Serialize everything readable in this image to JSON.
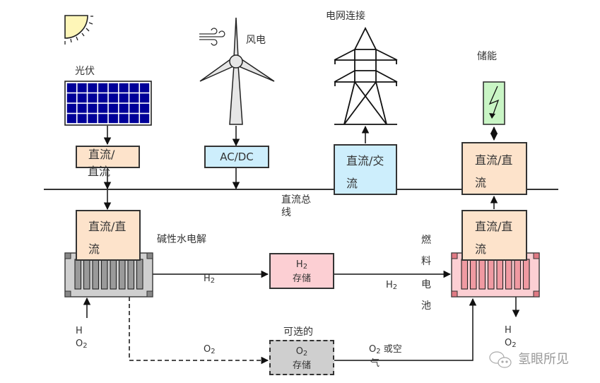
{
  "sources": {
    "pv": {
      "label": "光伏",
      "converter": "直流/直流",
      "converter_line1": "直流/",
      "converter_line2": "直流"
    },
    "wind": {
      "label": "风电",
      "converter": "AC/DC"
    },
    "grid": {
      "label": "电网连接",
      "converter_line1": "直流/交",
      "converter_line2": "流"
    },
    "storage": {
      "label": "储能",
      "converter_line1": "直流/直",
      "converter_line2": "流"
    }
  },
  "bus": {
    "label_line1": "直流总",
    "label_line2": "线"
  },
  "electrolyzer": {
    "label": "碱性水电解",
    "converter_line1": "直流/直",
    "converter_line2": "流",
    "input_line1": "H",
    "input_line2": "O",
    "input_sub": "2"
  },
  "h2_storage": {
    "line1": "H",
    "line1_sub": "2",
    "line2": "存储"
  },
  "fuel_cell": {
    "label_chars": [
      "燃",
      "料",
      "电",
      "池"
    ],
    "converter_line1": "直流/直",
    "converter_line2": "流",
    "output_line1": "H",
    "output_line2": "O",
    "output_sub": "2"
  },
  "flows": {
    "h2_left": {
      "text": "H",
      "sub": "2"
    },
    "h2_right": {
      "text": "H",
      "sub": "2"
    },
    "o2_dashed": {
      "text": "O",
      "sub": "2"
    },
    "o2_or_air": {
      "text": "O",
      "sub": "2",
      "suffix": " 或空",
      "wrap": "气"
    }
  },
  "o2_storage": {
    "optional_label": "可选的",
    "line1": "O",
    "line1_sub": "2",
    "line2": "存储"
  },
  "watermark": {
    "text": "氢眼所见",
    "icon": "wechat-icon"
  },
  "colors": {
    "converter": "#fde3cb",
    "acdc": "#cdeefc",
    "h2": "#fccfd3",
    "o2": "#cfcfcf",
    "battery": "#c9f5c5",
    "pv_cell": "#000099",
    "sun": "#fef6b8"
  }
}
